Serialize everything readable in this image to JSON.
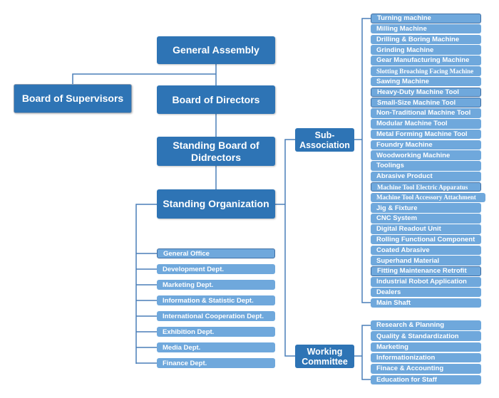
{
  "top": {
    "general_assembly": "General Assembly",
    "board_of_supervisors": "Board of Supervisors",
    "board_of_directors": "Board of Directors",
    "standing_board": "Standing Board of Didrectors",
    "standing_organization": "Standing Organization"
  },
  "departments": [
    "General Office",
    "Development Dept.",
    "Marketing Dept.",
    "Information & Statistic Dept.",
    "International Cooperation Dept.",
    "Exhibition Dept.",
    "Media Dept.",
    "Finance Dept."
  ],
  "sub_association": {
    "label": "Sub-Association",
    "items": [
      "Turning machine",
      "Milling Machine",
      "Drilling & Boring Machine",
      "Grinding Machine",
      "Gear Manufacturing Machine",
      "Slotting Broaching Facing Machine",
      "Sawing Machine",
      "Heavy-Duty Machine Tool",
      "Small-Size Machine Tool",
      "Non-Traditional Machine Tool",
      "Modular Machine Tool",
      "Metal Forming Machine Tool",
      "Foundry Machine",
      "Woodworking Machine",
      "Toolings",
      "Abrasive Product",
      "Machine Tool Electric Apparatus",
      "Machine Tool Accessory Attachment",
      "Jig & Fixture",
      "CNC System",
      "Digital Readout Unit",
      "Rolling Functional Component",
      "Coated Abrasive",
      "Superhand Material",
      "Fitting Maintenance Retrofit",
      "Industrial Robot Application",
      "Dealers",
      "Main Shaft"
    ]
  },
  "working_committee": {
    "label": "Working Committee",
    "items": [
      "Research & Planning",
      "Quality & Standardization",
      "Marketing",
      "Informationization",
      "Finace & Accounting",
      "Education for Staff"
    ]
  },
  "colors": {
    "primary_box": "#2e74b5",
    "leaf_box": "#6fa8dc",
    "connector": "#4a7fb8"
  }
}
